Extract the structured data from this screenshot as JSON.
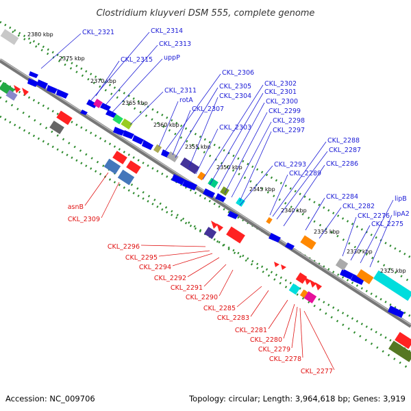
{
  "title": "Clostridium kluyveri DSM 555, complete genome",
  "accession_text": "Accession: NC_009706",
  "topology_text": "Topology: circular; Length: 3,964,618 bp; Genes: 3,919",
  "kbp_ticks": [
    "2380 kbp",
    "2375 kbp",
    "2370 kbp",
    "2365 kbp",
    "2360 kbp",
    "2355 kbp",
    "2350 kbp",
    "2345 kbp",
    "2340 kbp",
    "2335 kbp",
    "2330 kbp",
    "2325 kbp"
  ],
  "upper_labels": [
    "CKL_2321",
    "CKL_2314",
    "CKL_2313",
    "CKL_2315",
    "uppP",
    "CKL_2306",
    "CKL_2305",
    "CKL_2302",
    "CKL_2304",
    "CKL_2301",
    "CKL_2311",
    "rotA",
    "CKL_2300",
    "CKL_2307",
    "CKL_2299",
    "CKL_2303",
    "CKL_2298",
    "CKL_2297",
    "CKL_2288",
    "CKL_2287",
    "CKL_2286",
    "CKL_2293",
    "CKL_2289",
    "CKL_2284",
    "CKL_2282",
    "lipB",
    "CKL_2276",
    "lipA2",
    "CKL_2275"
  ],
  "lower_labels": [
    "asnB",
    "CKL_2309",
    "CKL_2296",
    "CKL_2295",
    "CKL_2294",
    "CKL_2292",
    "CKL_2291",
    "CKL_2290",
    "CKL_2285",
    "CKL_2283",
    "CKL_2281",
    "CKL_2280",
    "CKL_2279",
    "CKL_2278",
    "CKL_2277"
  ],
  "colors": {
    "forward_strand": "#0000ee",
    "upper_label": "#1a1ad6",
    "lower_label": "#e01010",
    "backbone": "#888888",
    "tick_dots": "#2e8b2e"
  }
}
